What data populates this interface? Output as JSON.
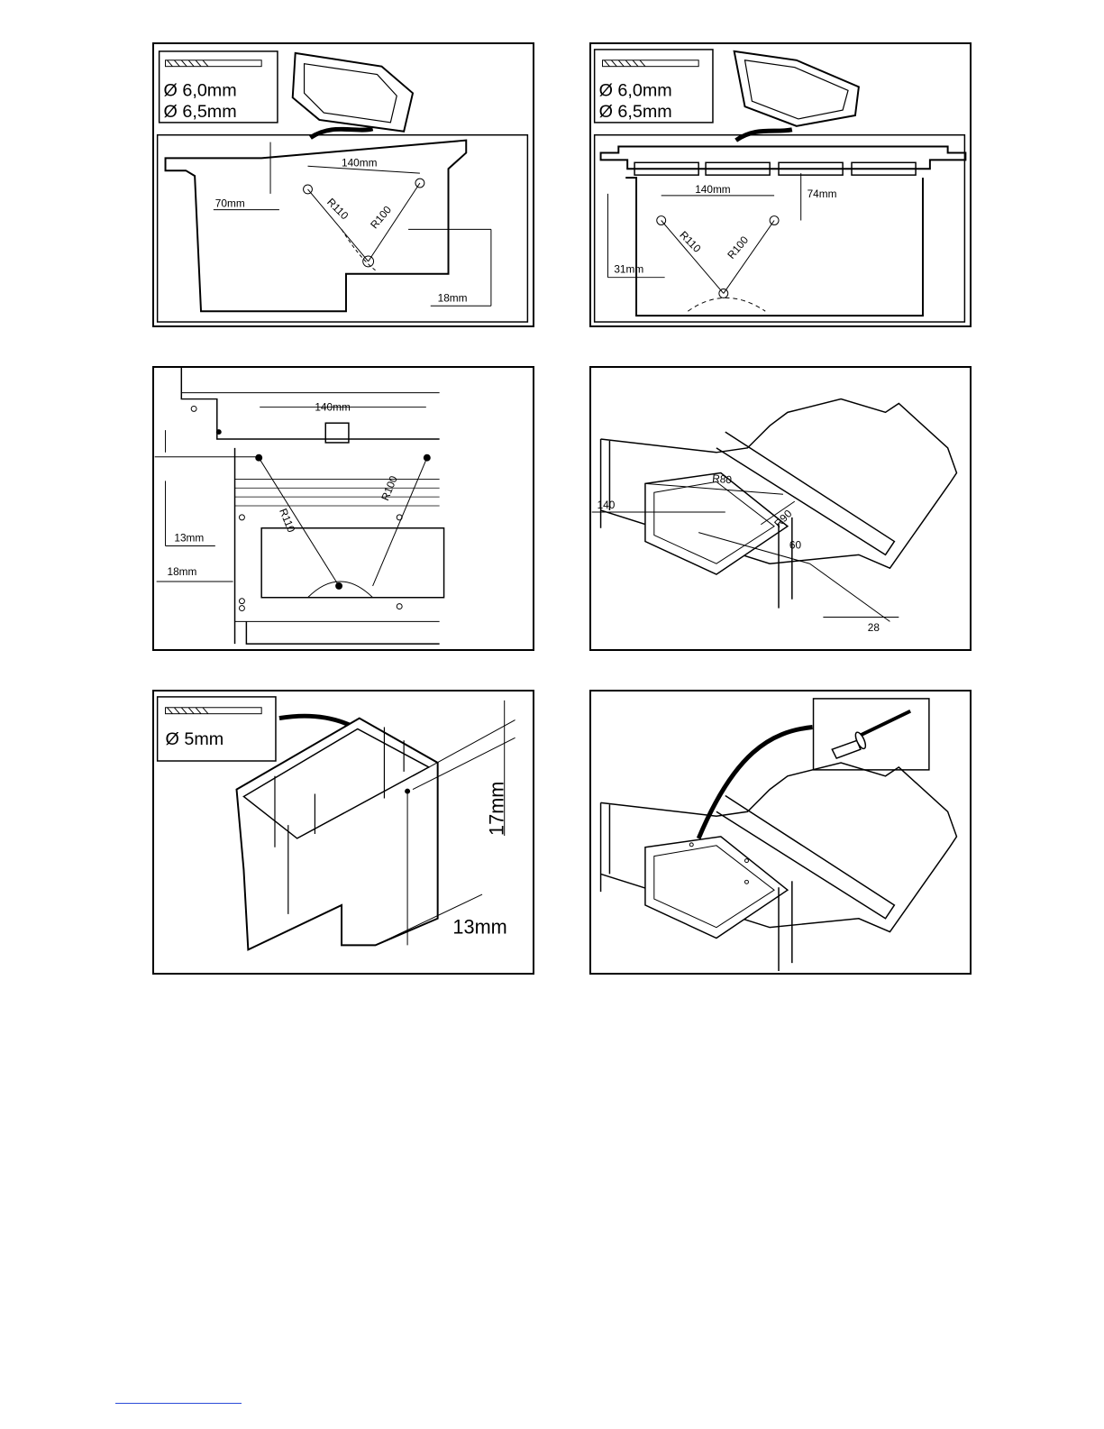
{
  "panels": [
    {
      "id": "p1",
      "drill": [
        "Ø 6,0mm",
        "Ø 6,5mm"
      ],
      "dims": {
        "spacing": "140mm",
        "r1": "R110",
        "r2": "R100",
        "left": "70mm",
        "right": "18mm"
      }
    },
    {
      "id": "p2",
      "drill": [
        "Ø 6,0mm",
        "Ø 6,5mm"
      ],
      "dims": {
        "spacing": "140mm",
        "r1": "R110",
        "r2": "R100",
        "top": "74mm",
        "left": "31mm"
      }
    },
    {
      "id": "p3",
      "dims": {
        "spacing": "140mm",
        "r1": "R110",
        "r2": "R100",
        "vert": "13mm",
        "left": "18mm"
      }
    },
    {
      "id": "p4",
      "dims": {
        "width": "140",
        "r1": "R80",
        "r2": "R90",
        "depth": "60",
        "edge": "28"
      }
    },
    {
      "id": "p5",
      "drill": [
        "Ø  5mm"
      ],
      "dims": {
        "height": "17mm",
        "width": "13mm"
      }
    },
    {
      "id": "p6"
    }
  ]
}
